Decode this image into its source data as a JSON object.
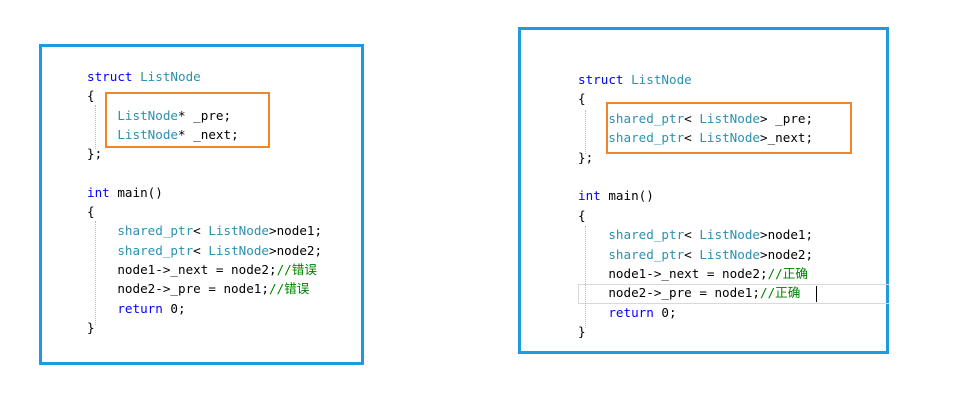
{
  "colors": {
    "panel_border": "#1e9be0",
    "highlight_border": "#f0862c",
    "keyword": "#0000ff",
    "type": "#2b91af",
    "comment": "#008000"
  },
  "left_panel": {
    "lines": [
      {
        "tokens": [
          {
            "t": "struct ",
            "c": "kw"
          },
          {
            "t": "ListNode",
            "c": "ty"
          }
        ]
      },
      {
        "tokens": [
          {
            "t": "{",
            "c": "plain"
          }
        ]
      },
      {
        "tokens": [
          {
            "t": "    ",
            "c": "plain"
          },
          {
            "t": "ListNode",
            "c": "ty"
          },
          {
            "t": "* _pre;",
            "c": "plain"
          }
        ]
      },
      {
        "tokens": [
          {
            "t": "    ",
            "c": "plain"
          },
          {
            "t": "ListNode",
            "c": "ty"
          },
          {
            "t": "* _next;",
            "c": "plain"
          }
        ]
      },
      {
        "tokens": [
          {
            "t": "};",
            "c": "plain"
          }
        ]
      },
      {
        "tokens": []
      },
      {
        "tokens": [
          {
            "t": "int ",
            "c": "kw"
          },
          {
            "t": "main()",
            "c": "plain"
          }
        ]
      },
      {
        "tokens": [
          {
            "t": "{",
            "c": "plain"
          }
        ]
      },
      {
        "tokens": [
          {
            "t": "    ",
            "c": "plain"
          },
          {
            "t": "shared_ptr",
            "c": "ty"
          },
          {
            "t": "< ",
            "c": "plain"
          },
          {
            "t": "ListNode",
            "c": "ty"
          },
          {
            "t": ">node1;",
            "c": "plain"
          }
        ]
      },
      {
        "tokens": [
          {
            "t": "    ",
            "c": "plain"
          },
          {
            "t": "shared_ptr",
            "c": "ty"
          },
          {
            "t": "< ",
            "c": "plain"
          },
          {
            "t": "ListNode",
            "c": "ty"
          },
          {
            "t": ">node2;",
            "c": "plain"
          }
        ]
      },
      {
        "tokens": [
          {
            "t": "    node1->_next = node2;",
            "c": "plain"
          },
          {
            "t": "//错误",
            "c": "cm"
          }
        ]
      },
      {
        "tokens": [
          {
            "t": "    node2->_pre = node1;",
            "c": "plain"
          },
          {
            "t": "//错误",
            "c": "cm"
          }
        ]
      },
      {
        "tokens": [
          {
            "t": "    ",
            "c": "plain"
          },
          {
            "t": "return ",
            "c": "kw"
          },
          {
            "t": "0;",
            "c": "plain"
          }
        ]
      },
      {
        "tokens": [
          {
            "t": "}",
            "c": "plain"
          }
        ]
      }
    ]
  },
  "right_panel": {
    "lines": [
      {
        "tokens": [
          {
            "t": "struct ",
            "c": "kw"
          },
          {
            "t": "ListNode",
            "c": "ty"
          }
        ]
      },
      {
        "tokens": [
          {
            "t": "{",
            "c": "plain"
          }
        ]
      },
      {
        "tokens": [
          {
            "t": "    ",
            "c": "plain"
          },
          {
            "t": "shared_ptr",
            "c": "ty"
          },
          {
            "t": "< ",
            "c": "plain"
          },
          {
            "t": "ListNode",
            "c": "ty"
          },
          {
            "t": "> _pre;",
            "c": "plain"
          }
        ]
      },
      {
        "tokens": [
          {
            "t": "    ",
            "c": "plain"
          },
          {
            "t": "shared_ptr",
            "c": "ty"
          },
          {
            "t": "< ",
            "c": "plain"
          },
          {
            "t": "ListNode",
            "c": "ty"
          },
          {
            "t": ">_next;",
            "c": "plain"
          }
        ]
      },
      {
        "tokens": [
          {
            "t": "};",
            "c": "plain"
          }
        ]
      },
      {
        "tokens": []
      },
      {
        "tokens": [
          {
            "t": "int ",
            "c": "kw"
          },
          {
            "t": "main()",
            "c": "plain"
          }
        ]
      },
      {
        "tokens": [
          {
            "t": "{",
            "c": "plain"
          }
        ]
      },
      {
        "tokens": [
          {
            "t": "    ",
            "c": "plain"
          },
          {
            "t": "shared_ptr",
            "c": "ty"
          },
          {
            "t": "< ",
            "c": "plain"
          },
          {
            "t": "ListNode",
            "c": "ty"
          },
          {
            "t": ">node1;",
            "c": "plain"
          }
        ]
      },
      {
        "tokens": [
          {
            "t": "    ",
            "c": "plain"
          },
          {
            "t": "shared_ptr",
            "c": "ty"
          },
          {
            "t": "< ",
            "c": "plain"
          },
          {
            "t": "ListNode",
            "c": "ty"
          },
          {
            "t": ">node2;",
            "c": "plain"
          }
        ]
      },
      {
        "tokens": [
          {
            "t": "    node1->_next = node2;",
            "c": "plain"
          },
          {
            "t": "//正确",
            "c": "cm"
          }
        ]
      },
      {
        "tokens": [
          {
            "t": "    node2->_pre = node1;",
            "c": "plain"
          },
          {
            "t": "//正确",
            "c": "cm"
          }
        ]
      },
      {
        "tokens": [
          {
            "t": "    ",
            "c": "plain"
          },
          {
            "t": "return ",
            "c": "kw"
          },
          {
            "t": "0;",
            "c": "plain"
          }
        ]
      },
      {
        "tokens": [
          {
            "t": "}",
            "c": "plain"
          }
        ]
      }
    ]
  }
}
